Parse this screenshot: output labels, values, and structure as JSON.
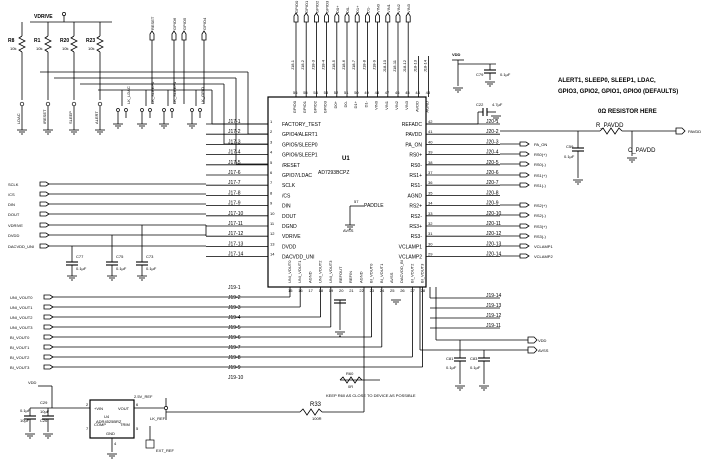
{
  "notes": {
    "defaults_line1": "ALERT1, SLEEP0, SLEEP1, LDAC,",
    "defaults_line2": "GPIO3, GPIO2, GPIO1, GPIO0 (DEFAULTS)",
    "resistor_here": "0Ω RESISTOR HERE",
    "keep_r60": "KEEP R60 AS CLOSE TO DEVICE AS POSSIBLE"
  },
  "chip": {
    "ref": "U1",
    "part": "AD7293BCPZ",
    "paddle_pin": "57",
    "paddle_label": "PADDLE",
    "paddle_net": "AVSS",
    "left_pins": [
      {
        "num": "1",
        "name": "FACTORY_TEST"
      },
      {
        "num": "2",
        "name": "GPIO4/ALERT1"
      },
      {
        "num": "3",
        "name": "GPIO5/SLEEP0"
      },
      {
        "num": "4",
        "name": "GPIO6/SLEEP1"
      },
      {
        "num": "5",
        "name": "/RESET"
      },
      {
        "num": "6",
        "name": "GPIO7/LDAC"
      },
      {
        "num": "7",
        "name": "SCLK"
      },
      {
        "num": "8",
        "name": "/CS"
      },
      {
        "num": "9",
        "name": "DIN"
      },
      {
        "num": "10",
        "name": "DOUT"
      },
      {
        "num": "11",
        "name": "DGND"
      },
      {
        "num": "12",
        "name": "VDRIVE"
      },
      {
        "num": "13",
        "name": "DVDD"
      },
      {
        "num": "14",
        "name": "DACVDD_UNI"
      }
    ],
    "right_pins": [
      {
        "num": "42",
        "name": "REFADC"
      },
      {
        "num": "41",
        "name": "PAVDD"
      },
      {
        "num": "40",
        "name": "PA_ON"
      },
      {
        "num": "39",
        "name": "RS0+"
      },
      {
        "num": "38",
        "name": "RS0-"
      },
      {
        "num": "37",
        "name": "RS1+"
      },
      {
        "num": "36",
        "name": "RS1-"
      },
      {
        "num": "35",
        "name": "AGND"
      },
      {
        "num": "34",
        "name": "RS2+"
      },
      {
        "num": "33",
        "name": "RS2-"
      },
      {
        "num": "32",
        "name": "RS3+"
      },
      {
        "num": "31",
        "name": "RS3-"
      },
      {
        "num": "30",
        "name": "VCLAMP1"
      },
      {
        "num": "29",
        "name": "VCLAMP2"
      }
    ],
    "top_pins": [
      {
        "num": "56",
        "name": "GPIO0"
      },
      {
        "num": "55",
        "name": "GPIO1"
      },
      {
        "num": "54",
        "name": "GPIO2"
      },
      {
        "num": "53",
        "name": "GPIO3"
      },
      {
        "num": "52",
        "name": "D0+"
      },
      {
        "num": "51",
        "name": "D0-"
      },
      {
        "num": "50",
        "name": "D1+"
      },
      {
        "num": "49",
        "name": "D1-"
      },
      {
        "num": "48",
        "name": "VIN0"
      },
      {
        "num": "47",
        "name": "VIN1"
      },
      {
        "num": "46",
        "name": "VIN2"
      },
      {
        "num": "45",
        "name": "VIN3"
      },
      {
        "num": "44",
        "name": "AVDD"
      },
      {
        "num": "43",
        "name": "AGND"
      }
    ],
    "bottom_pins": [
      {
        "num": "15",
        "name": "UNI_VOUT0"
      },
      {
        "num": "16",
        "name": "UNI_VOUT1"
      },
      {
        "num": "17",
        "name": "AGND"
      },
      {
        "num": "18",
        "name": "UNI_VOUT2"
      },
      {
        "num": "19",
        "name": "UNI_VOUT3"
      },
      {
        "num": "20",
        "name": "REFOUT"
      },
      {
        "num": "21",
        "name": "REFIN"
      },
      {
        "num": "22",
        "name": "AGND"
      },
      {
        "num": "23",
        "name": "BI_VOUT0"
      },
      {
        "num": "24",
        "name": "BI_VOUT1"
      },
      {
        "num": "25",
        "name": "AVSS"
      },
      {
        "num": "26",
        "name": "DACVDD_BI"
      },
      {
        "num": "27",
        "name": "BI_VOUT2"
      },
      {
        "num": "28",
        "name": "BI_VOUT3"
      }
    ]
  },
  "j17": [
    "J17-1",
    "J17-2",
    "J17-3",
    "J17-4",
    "J17-5",
    "J17-6",
    "J17-7",
    "J17-8",
    "J17-9",
    "J17-10",
    "J17-11",
    "J17-12",
    "J17-13",
    "J17-14"
  ],
  "j20": [
    "J20-1",
    "J20-2",
    "J20-3",
    "J20-4",
    "J20-5",
    "J20-6",
    "J20-7",
    "J20-8",
    "J20-9",
    "J20-10",
    "J20-11",
    "J20-12",
    "J20-13",
    "J20-14"
  ],
  "j18": [
    "J18-1",
    "J18-2",
    "J18-3",
    "J18-4",
    "J18-5",
    "J18-6",
    "J18-7",
    "J18-8",
    "J18-9",
    "J18-10",
    "J18-11",
    "J18-12",
    "J18-13",
    "J18-14"
  ],
  "j19_left": [
    "J19-1",
    "J19-2",
    "J19-3",
    "J19-4",
    "J19-5",
    "J19-6",
    "J19-7",
    "J19-8",
    "J19-9",
    "J19-10"
  ],
  "j19_right": [
    "J19-14",
    "J19-13",
    "J19-12",
    "J19-11"
  ],
  "left_nets": [
    "SCLK",
    "/CS",
    "DIN",
    "DOUT",
    "VDRIVE",
    "DVDD",
    "DACVDD_UNI"
  ],
  "vout_nets": [
    "UNI_VOUT0",
    "UNI_VOUT1",
    "UNI_VOUT2",
    "UNI_VOUT3",
    "BI_VOUT0",
    "BI_VOUT1",
    "BI_VOUT2",
    "BI_VOUT3"
  ],
  "top_nets": [
    "GPIO0",
    "GPIO1",
    "GPIO2",
    "GPIO3",
    "D0+",
    "D0-",
    "D1+",
    "D1-",
    "VIN0",
    "VIN1",
    "VIN2",
    "VIN3"
  ],
  "rs_nets": [
    "PA_ON",
    "RS0(+)",
    "RS0(-)",
    "RS1(+)",
    "RS1(-)",
    "RS2(+)",
    "RS2(-)",
    "RS3(+)",
    "RS3(-)",
    "VCLAMP1",
    "VCLAMP2"
  ],
  "gpio_top_nets": [
    "RESET",
    "GPIO6",
    "GPIO5",
    "GPIO4"
  ],
  "pullups": [
    {
      "ref": "R8",
      "val": "10k",
      "net": "LDAC"
    },
    {
      "ref": "R1",
      "val": "10k",
      "net": "/RESET"
    },
    {
      "ref": "R20",
      "val": "10k",
      "net": "SLEEP"
    },
    {
      "ref": "R23",
      "val": "10k",
      "net": "ALERT"
    }
  ],
  "links": [
    "LK_LDAC",
    "LK_SLEEP0",
    "LK_SLEEP1",
    "LK_GPIO"
  ],
  "power": {
    "vdrive": "VDRIVE",
    "vdd": "VDD",
    "avss": "AVSS",
    "pavdd": "PAVDD",
    "r_pavdd": "R_PAVDD",
    "c_pavdd": "C_PAVDD"
  },
  "caps": [
    {
      "ref": "C79",
      "val": "0.1µF"
    },
    {
      "ref": "C22",
      "val": "4.7µF"
    },
    {
      "ref": "C59",
      "val": "0.1µF"
    },
    {
      "ref": "C77",
      "val": "0.1µF"
    },
    {
      "ref": "C75",
      "val": "0.1µF"
    },
    {
      "ref": "C73",
      "val": "0.1µF"
    },
    {
      "ref": "C81",
      "val": "0.1µF"
    },
    {
      "ref": "C83",
      "val": "0.1µF"
    },
    {
      "ref": "C58",
      "val": "0.1µF"
    },
    {
      "ref": "C29",
      "val": "10µF"
    },
    {
      "ref": "C26",
      "val": "10µF"
    }
  ],
  "reference": {
    "ref": "U4",
    "part": "ADR4525BRZ",
    "pins": {
      "vin": "+VIN",
      "vout": "VOUT",
      "comp": "COMP",
      "trim": "TRIM",
      "gnd": "GND"
    },
    "pin_nums": {
      "vin": "2",
      "vout": "6",
      "comp": "7",
      "trim": "5",
      "gnd": "4"
    },
    "net": "2.5V_REF",
    "link": "LK_REF",
    "ext_ref": "EXT_REF",
    "r33": "R33",
    "r33_val": "100R",
    "r60": "R60",
    "r60_val": "0R"
  }
}
